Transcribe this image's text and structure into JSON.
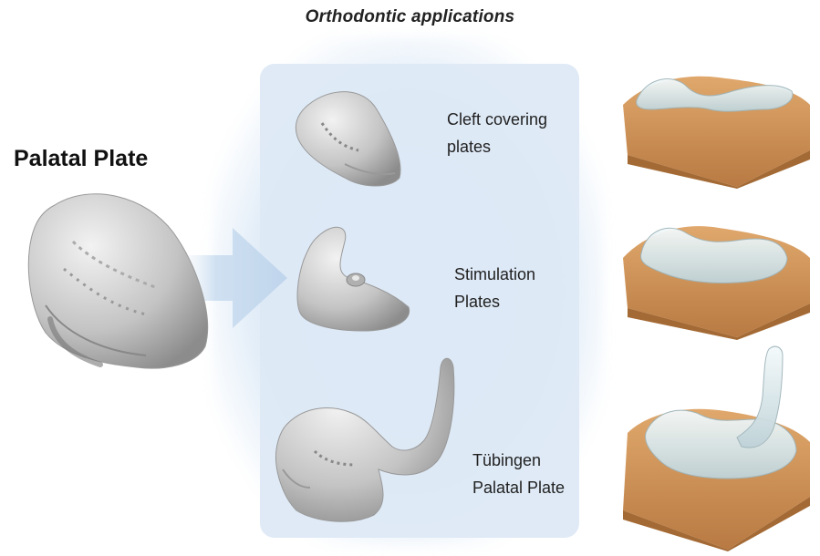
{
  "header": {
    "title": "Orthodontic applications"
  },
  "source": {
    "label": "Palatal Plate"
  },
  "applications": [
    {
      "line1": "Cleft covering",
      "line2": "plates"
    },
    {
      "line1": "Stimulation",
      "line2": "Plates"
    },
    {
      "line1": "Tübingen",
      "line2": "Palatal Plate"
    }
  ],
  "colors": {
    "panel": "#dde9f5",
    "arrow": "#c9dcef",
    "plate_gray": "#c9c9c9",
    "model_orange": "#c98e55",
    "aligner_clear": "#e3eef0"
  }
}
